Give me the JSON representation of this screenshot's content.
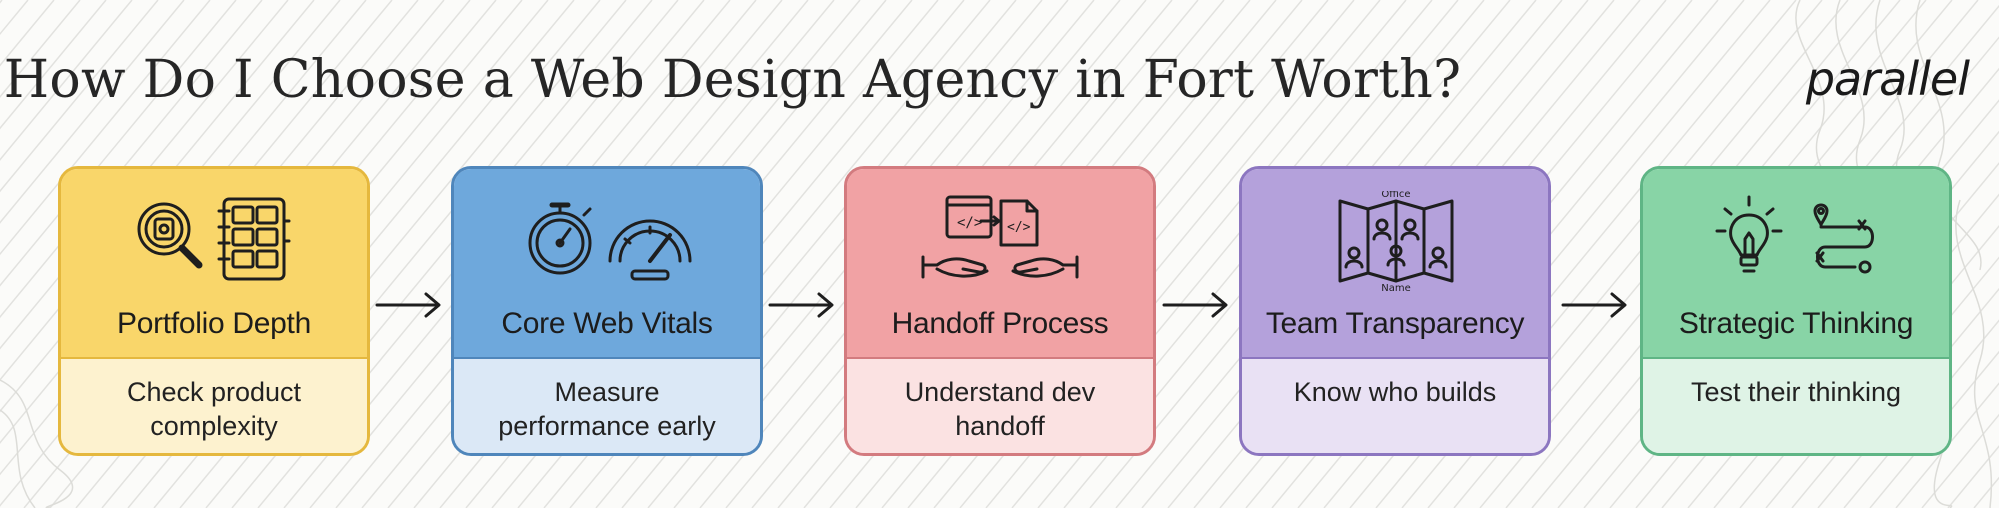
{
  "title": "How Do I Choose a Web Design Agency in Fort Worth?",
  "logo": "parallel",
  "cards": [
    {
      "title": "Portfolio Depth",
      "desc": "Check product complexity",
      "icon": "portfolio-magnifier-icon",
      "color": "#f9d66a",
      "border": "#e5b83e",
      "light": "#fdf2cf"
    },
    {
      "title": "Core Web Vitals",
      "desc": "Measure performance early",
      "icon": "stopwatch-gauge-icon",
      "color": "#6ea8dc",
      "border": "#4f86bb",
      "light": "#dbe8f6"
    },
    {
      "title": "Handoff Process",
      "desc": "Understand dev handoff",
      "icon": "code-handoff-icon",
      "color": "#f1a2a4",
      "border": "#d37b7f",
      "light": "#fbe2e2"
    },
    {
      "title": "Team Transparency",
      "desc": "Know who builds",
      "icon": "team-map-icon",
      "color": "#b4a1db",
      "border": "#8c76c0",
      "light": "#e9e1f4",
      "icon_labels": {
        "top": "Office",
        "bottom": "Name"
      }
    },
    {
      "title": "Strategic Thinking",
      "desc": "Test their thinking",
      "icon": "lightbulb-roadmap-icon",
      "color": "#88d4a6",
      "border": "#5fb585",
      "light": "#dff3e6"
    }
  ]
}
